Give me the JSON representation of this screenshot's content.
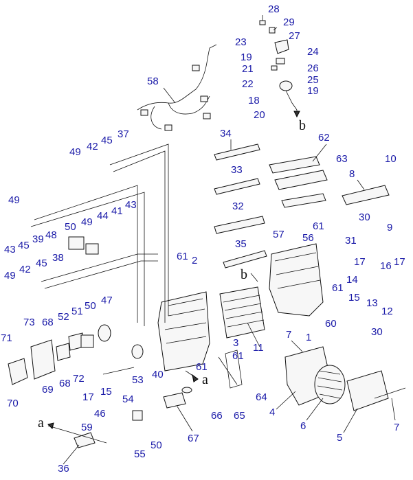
{
  "diagram": {
    "callout_color": "#1a1aa8",
    "line_color": "#111111",
    "background": "#ffffff",
    "arrow_labels": [
      "a",
      "a",
      "b",
      "b"
    ],
    "callouts": [
      "28",
      "29",
      "27",
      "23",
      "24",
      "19",
      "21",
      "26",
      "22",
      "25",
      "19",
      "18",
      "20",
      "58",
      "34",
      "62",
      "63",
      "8",
      "10",
      "37",
      "45",
      "42",
      "49",
      "33",
      "32",
      "49",
      "43",
      "45",
      "39",
      "48",
      "50",
      "49",
      "44",
      "41",
      "43",
      "57",
      "56",
      "61",
      "30",
      "9",
      "31",
      "35",
      "17",
      "16",
      "17",
      "38",
      "45",
      "42",
      "49",
      "61",
      "2",
      "14",
      "15",
      "13",
      "12",
      "60",
      "61",
      "30",
      "50",
      "47",
      "52",
      "51",
      "73",
      "68",
      "71",
      "11",
      "3",
      "1",
      "7",
      "61",
      "61",
      "40",
      "53",
      "69",
      "68",
      "72",
      "17",
      "15",
      "54",
      "64",
      "65",
      "70",
      "66",
      "4",
      "6",
      "5",
      "7",
      "46",
      "59",
      "55",
      "50",
      "36",
      "67"
    ]
  }
}
